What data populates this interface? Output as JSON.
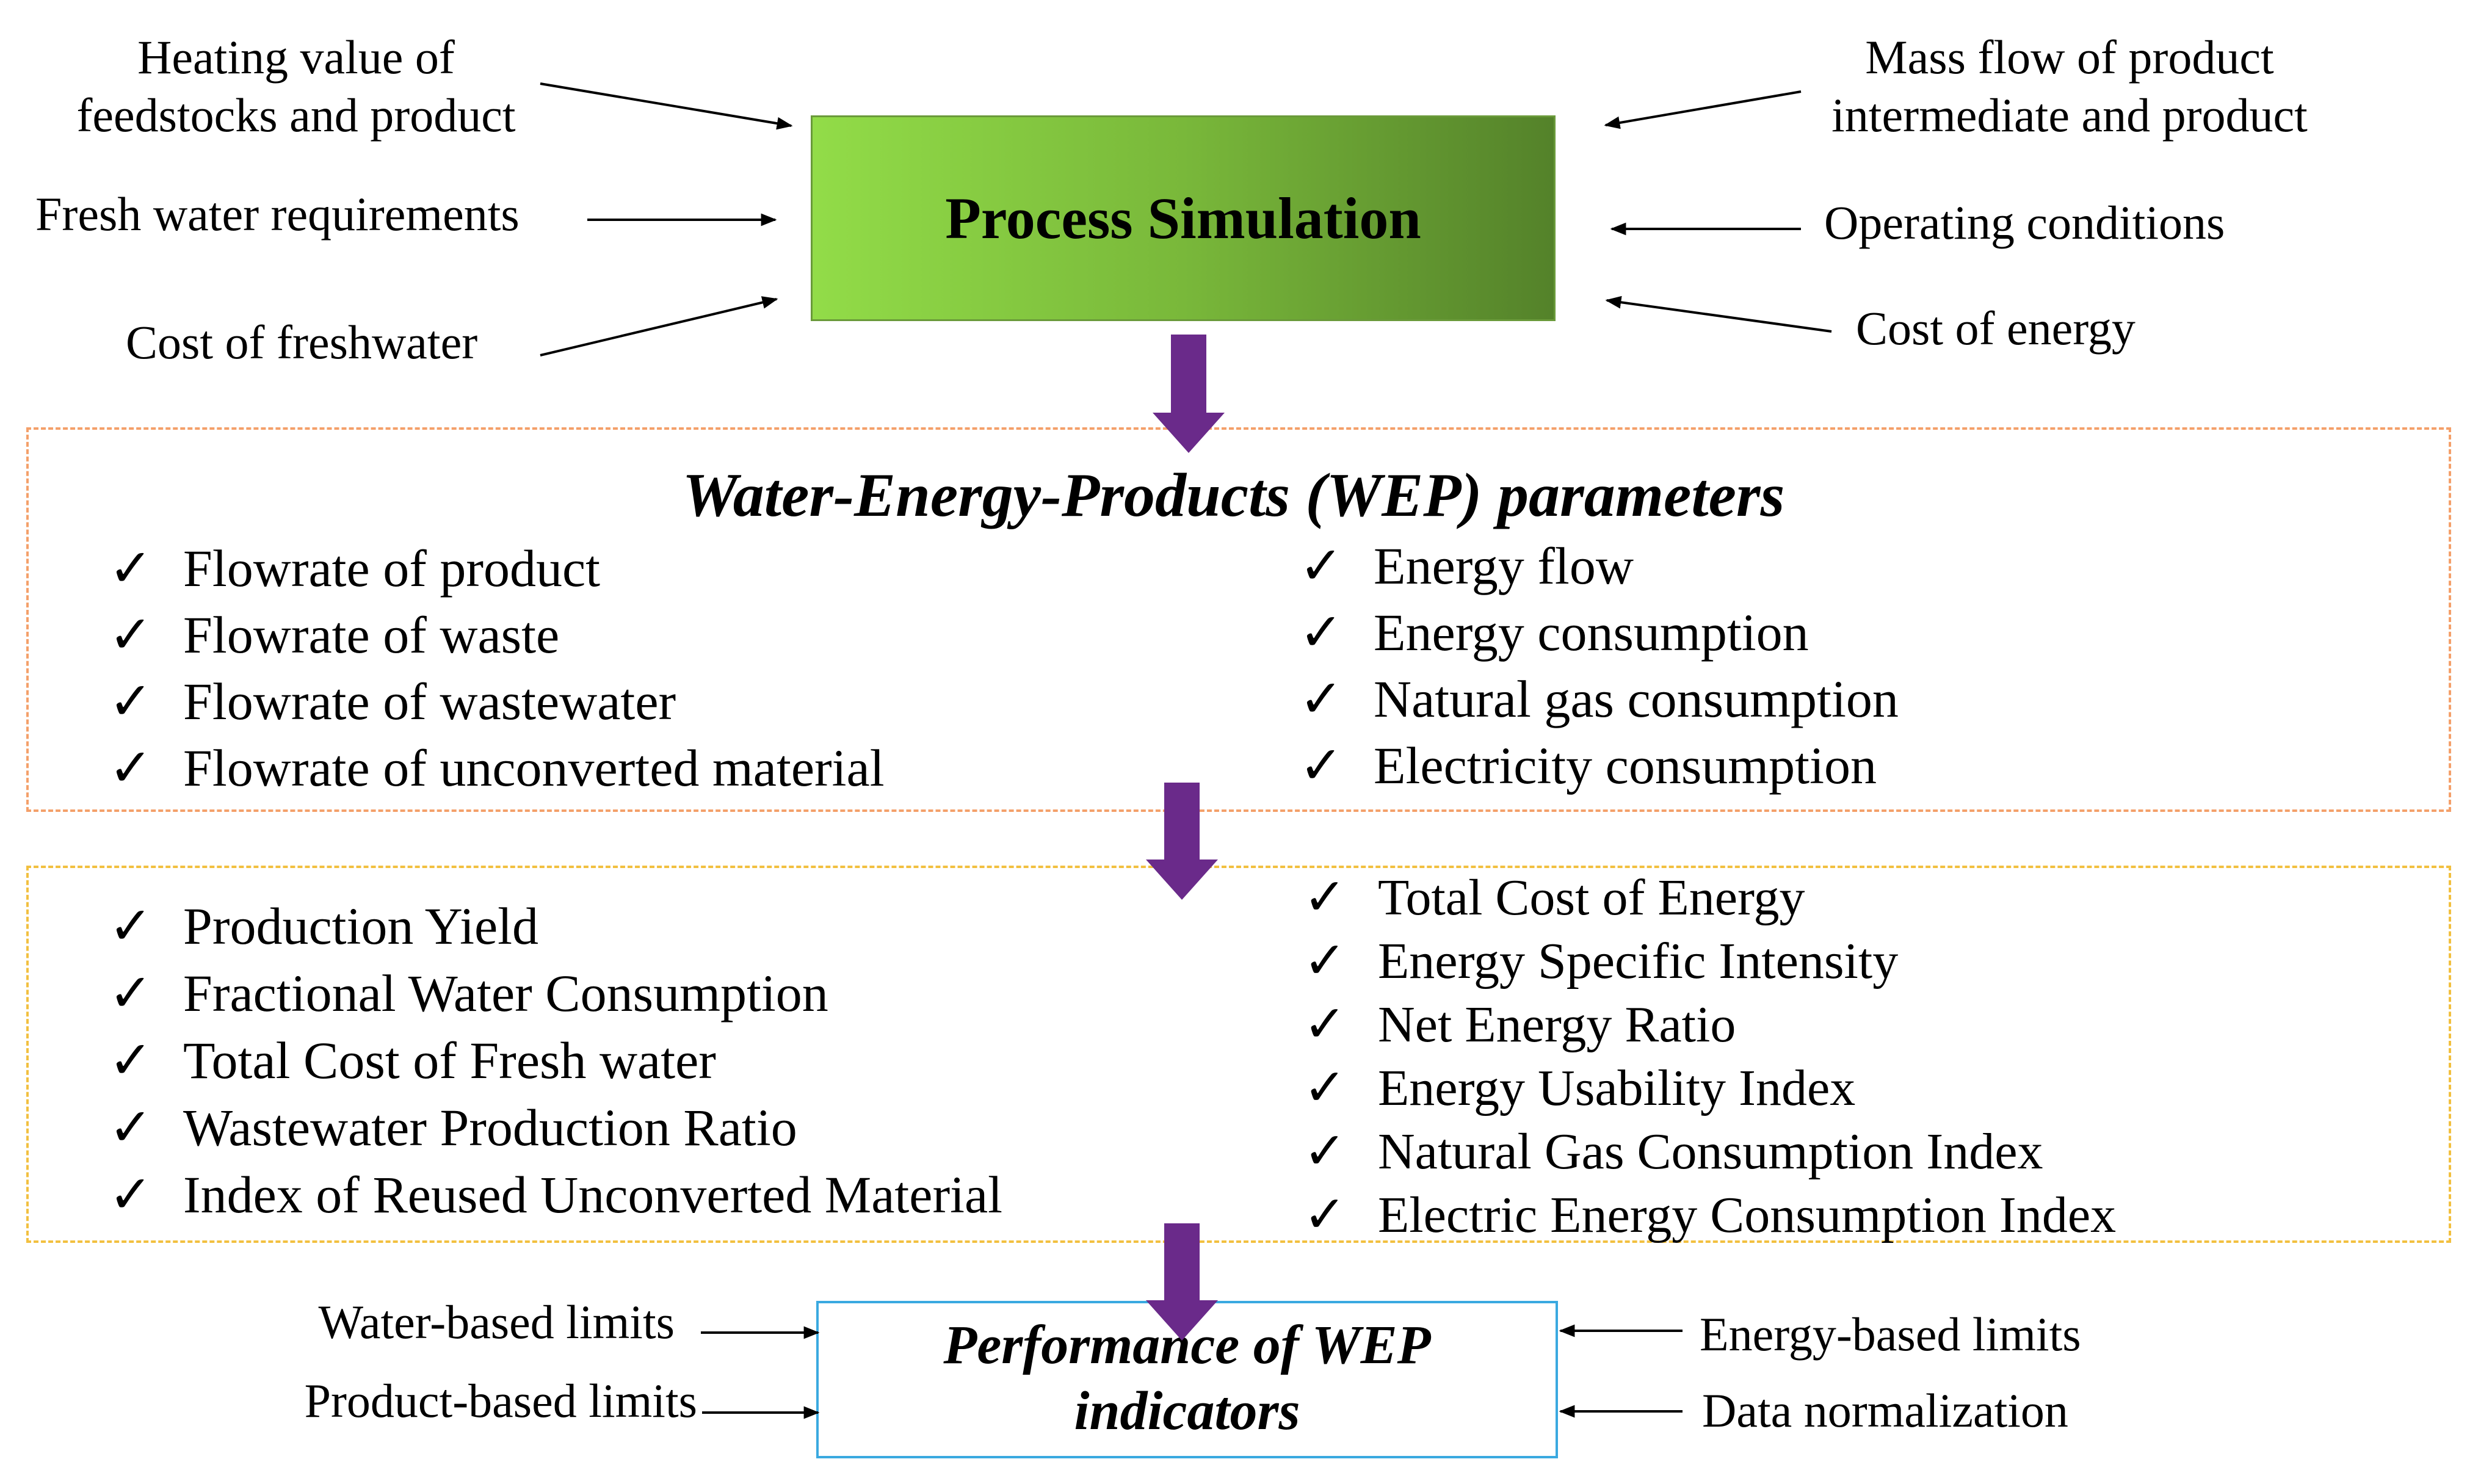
{
  "process_simulation": {
    "label": "Process Simulation"
  },
  "inputs_left": [
    {
      "lines": [
        "Heating value of",
        "feedstocks and product"
      ]
    },
    {
      "lines": [
        "Fresh water requirements"
      ]
    },
    {
      "lines": [
        "Cost of freshwater"
      ]
    }
  ],
  "inputs_right": [
    {
      "lines": [
        "Mass flow of product",
        "intermediate and product"
      ]
    },
    {
      "lines": [
        "Operating conditions"
      ]
    },
    {
      "lines": [
        "Cost of energy"
      ]
    }
  ],
  "wep_parameters": {
    "title": "Water-Energy-Products (WEP) parameters",
    "check_mark": "✓",
    "left": [
      "Flowrate of product",
      "Flowrate of waste",
      "Flowrate of wastewater",
      "Flowrate of unconverted material"
    ],
    "right": [
      "Energy flow",
      "Energy consumption",
      "Natural gas consumption",
      "Electricity consumption"
    ]
  },
  "indicators": {
    "left": [
      "Production Yield",
      "Fractional Water Consumption",
      "Total Cost of Fresh water",
      "Wastewater Production Ratio",
      "Index of Reused Unconverted Material"
    ],
    "right": [
      "Total Cost of Energy",
      "Energy Specific Intensity",
      "Net Energy Ratio",
      "Energy Usability Index",
      "Natural Gas Consumption Index",
      "Electric Energy Consumption Index"
    ]
  },
  "performance": {
    "lines": [
      "Performance of WEP",
      "indicators"
    ],
    "inputs_left": [
      "Water-based limits",
      "Product-based limits"
    ],
    "inputs_right": [
      "Energy-based limits",
      "Data normalization"
    ]
  },
  "colors": {
    "process_gradient_start": "#92dc48",
    "process_gradient_end": "#54822a",
    "flow_arrow": "#6a2a8a",
    "wep_border": "#f4a06a",
    "indicator_border": "#f2c040",
    "performance_border": "#3aa9e0"
  }
}
